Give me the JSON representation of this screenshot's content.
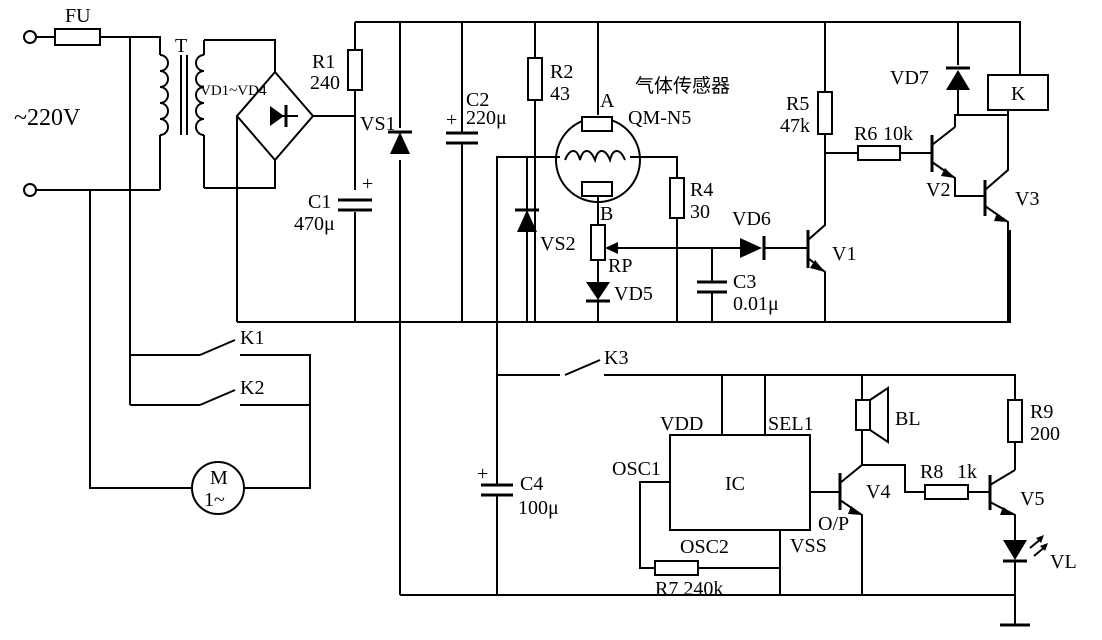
{
  "labels": {
    "fu": "FU",
    "mains": "~220V",
    "transformer": "T",
    "bridge": "VD1~VD4",
    "r1_name": "R1",
    "r1_value": "240",
    "vs1": "VS1",
    "c1_name": "C1",
    "c1_value": "470μ",
    "c2_name": "C2",
    "c2_value": "220μ",
    "r2_name": "R2",
    "r2_value": "43",
    "sensor_a": "A",
    "sensor_title": "气体传感器",
    "sensor_model": "QM-N5",
    "sensor_b": "B",
    "r4_name": "R4",
    "r4_value": "30",
    "vs2": "VS2",
    "rp": "RP",
    "vd5": "VD5",
    "vd6": "VD6",
    "c3_name": "C3",
    "c3_value": "0.01μ",
    "v1": "V1",
    "r5_name": "R5",
    "r5_value": "47k",
    "r6": "R6",
    "r6_value": "10k",
    "vd7": "VD7",
    "relay": "K",
    "v2": "V2",
    "v3": "V3",
    "k1": "K1",
    "k2": "K2",
    "k3": "K3",
    "motor_m": "M",
    "motor_phase": "1~",
    "c4_name": "C4",
    "c4_value": "100μ",
    "vdd": "VDD",
    "sel1": "SEL1",
    "osc1": "OSC1",
    "ic": "IC",
    "osc2": "OSC2",
    "vss": "VSS",
    "op": "O/P",
    "r7": "R7 240k",
    "v4": "V4",
    "bl": "BL",
    "r8": "R8",
    "r8_value": "1k",
    "r9_name": "R9",
    "r9_value": "200",
    "v5": "V5",
    "vl": "VL",
    "plus_c1": "+",
    "plus_c2": "+",
    "plus_c4": "+"
  }
}
